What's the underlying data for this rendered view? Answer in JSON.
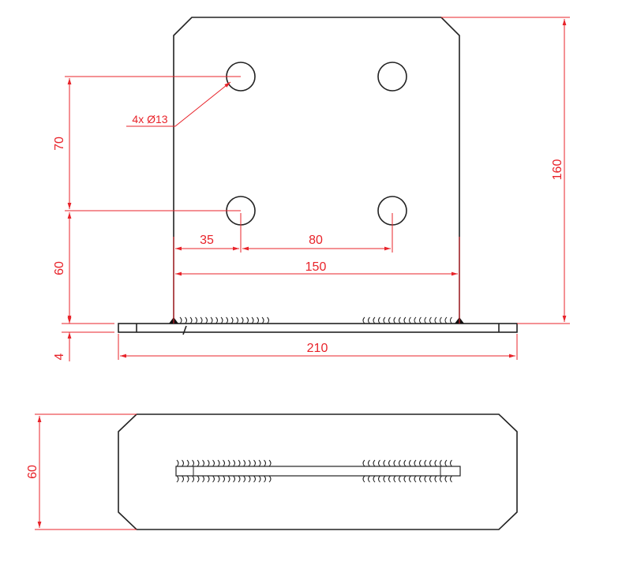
{
  "colors": {
    "object_line": "#222222",
    "dimension_line": "#e8232a"
  },
  "front_view": {
    "hole_callout": "4x Ø13",
    "dimensions": {
      "height_total": "160",
      "hole_spacing_vertical": "70",
      "hole_to_base": "60",
      "base_thickness": "4",
      "edge_to_hole": "35",
      "hole_spacing_horizontal": "80",
      "plate_width": "150",
      "base_length": "210"
    }
  },
  "top_view": {
    "dimensions": {
      "base_width": "60"
    }
  }
}
